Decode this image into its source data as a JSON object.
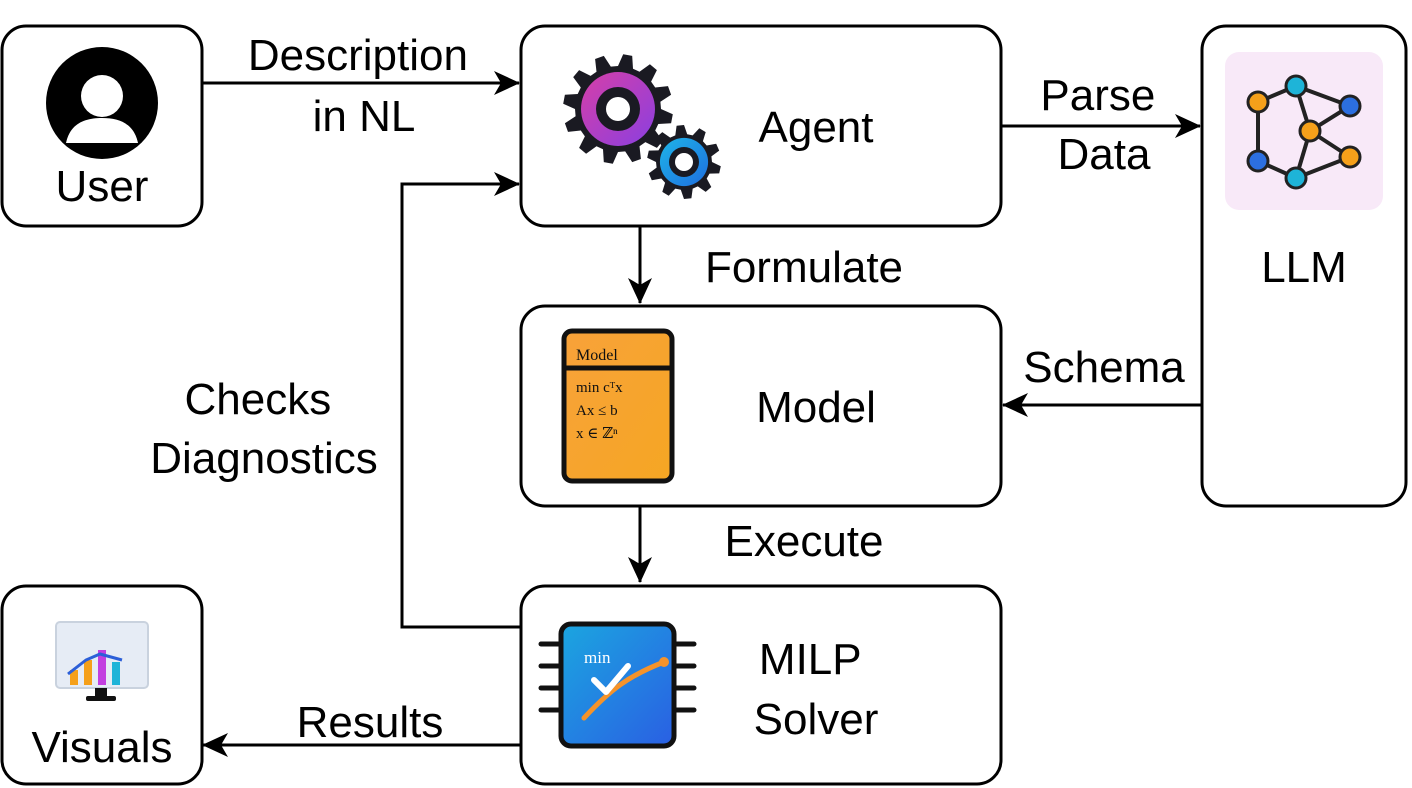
{
  "nodes": {
    "user": "User",
    "agent": "Agent",
    "llm": "LLM",
    "model": "Model",
    "solver_line1": "MILP",
    "solver_line2": "Solver",
    "visuals": "Visuals"
  },
  "edges": {
    "description_line1": "Description",
    "description_line2": "in NL",
    "parse_line1": "Parse",
    "parse_line2": "Data",
    "formulate": "Formulate",
    "schema": "Schema",
    "execute": "Execute",
    "checks_line1": "Checks",
    "checks_line2": "Diagnostics",
    "results": "Results"
  },
  "model_card": {
    "header": "Model",
    "line1": "min cᵀx",
    "line2": "Ax ≤ b",
    "line3": "x ∈ ℤⁿ"
  },
  "solver_chip": {
    "label": "min"
  },
  "icons": {
    "user": "user-avatar-icon",
    "agent": "gears-icon",
    "llm": "neural-network-icon",
    "model": "model-document-icon",
    "solver": "solver-chip-icon",
    "visuals": "monitor-chart-icon"
  },
  "colors": {
    "stroke": "#000000",
    "model_card": "#F5A01A",
    "llm_tile": "#F8E9F8",
    "solver_chip": "#2E7BE0",
    "gear_large": "#A63FD6",
    "gear_small": "#1E8FE0"
  }
}
